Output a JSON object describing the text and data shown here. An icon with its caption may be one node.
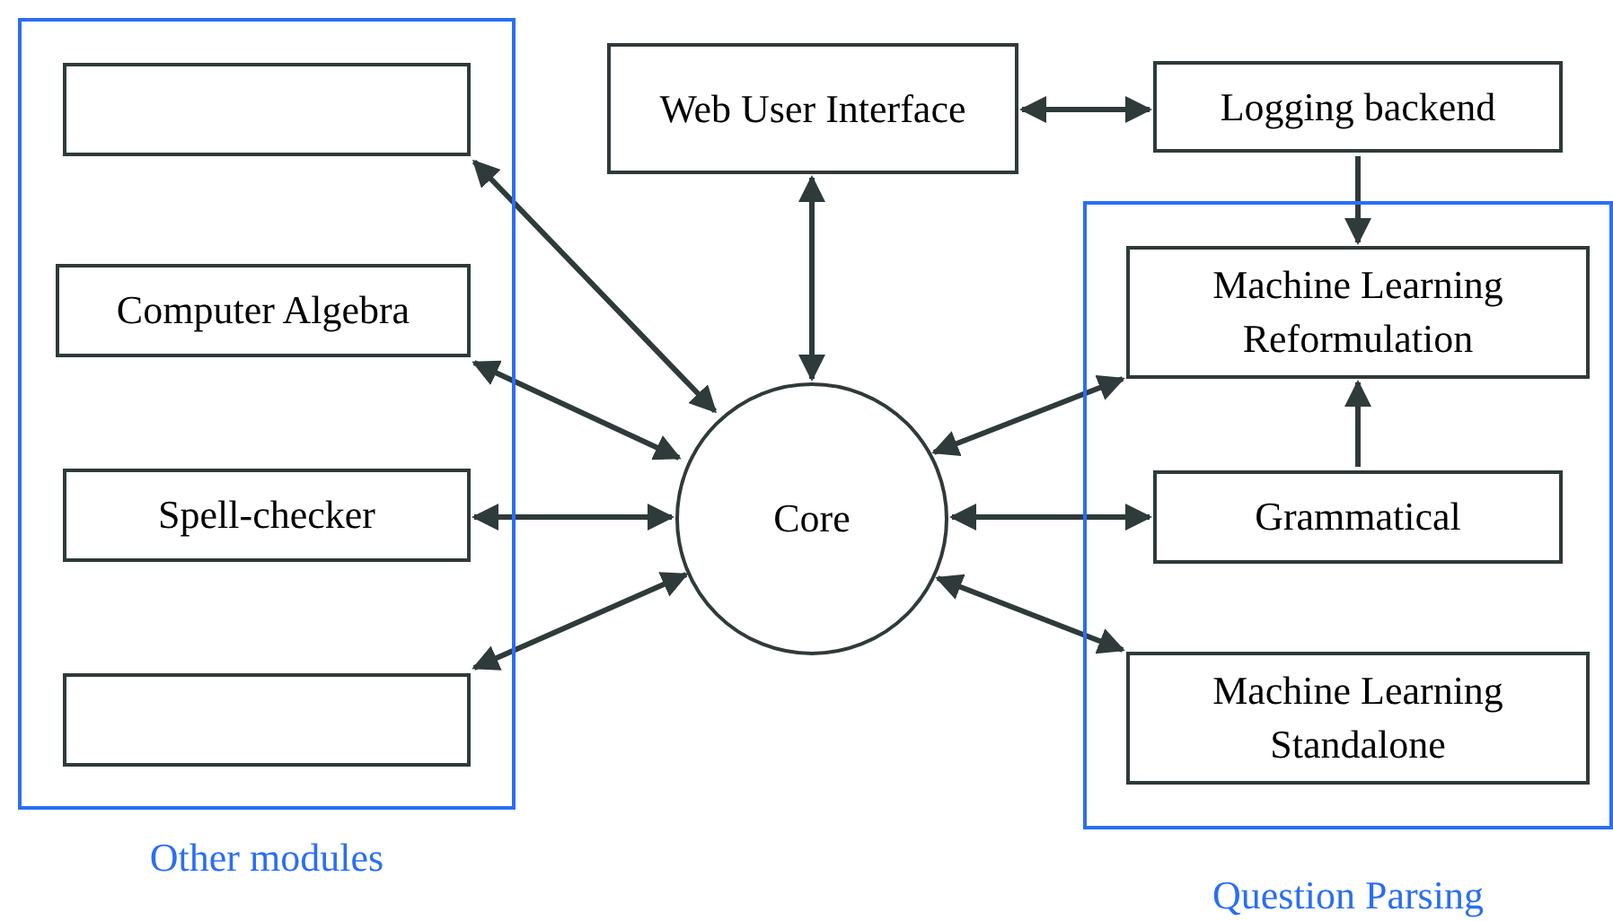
{
  "diagram": {
    "nodes": [
      {
        "text": [
          "Other modules"
        ]
      },
      {
        "text": [],
        "shape": "box",
        "in": 0
      },
      {
        "text": [
          "Computer Algebra"
        ],
        "in": 0
      },
      {
        "text": [
          "Spell-checker"
        ],
        "in": 0
      },
      {
        "text": [],
        "shape": "box",
        "in": 0
      },
      {
        "text": [
          "Web User Interface"
        ]
      },
      {
        "text": [
          "Logging backend"
        ]
      },
      {
        "text": [
          "Question Parsing"
        ]
      },
      {
        "text": [
          "Machine Learning Reformulation"
        ],
        "in": 7
      },
      {
        "text": [
          "Grammatical"
        ],
        "in": 7
      },
      {
        "text": [
          "Machine Learning Standalone"
        ],
        "in": 7
      },
      {
        "text": [
          "Core"
        ]
      }
    ],
    "edges": [
      {
        "from": 1,
        "to": 11,
        "arrow": "both"
      },
      {
        "from": 2,
        "to": 11,
        "arrow": "both"
      },
      {
        "from": 3,
        "to": 11,
        "arrow": "both"
      },
      {
        "from": 4,
        "to": 11,
        "arrow": "both"
      },
      {
        "from": 5,
        "to": 11,
        "arrow": "both"
      },
      {
        "from": 5,
        "to": 6,
        "arrow": "both"
      },
      {
        "from": 6,
        "to": 8,
        "arrow": "to"
      },
      {
        "from": 11,
        "to": 8,
        "arrow": "both"
      },
      {
        "from": 11,
        "to": 9,
        "arrow": "both"
      },
      {
        "from": 9,
        "to": 8,
        "arrow": "to"
      },
      {
        "from": 11,
        "to": 10,
        "arrow": "both"
      }
    ]
  }
}
